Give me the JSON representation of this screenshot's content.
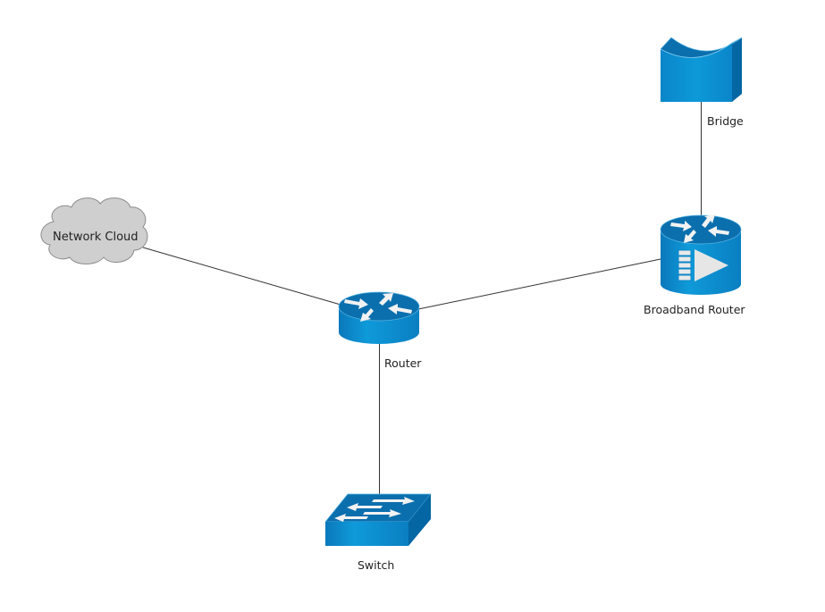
{
  "diagram": {
    "type": "network-topology",
    "colors": {
      "device_blue": "#0a8ed0",
      "device_top": "#0b6fae",
      "device_dark": "#0566a4",
      "cloud_fill": "#cfcfcf",
      "cloud_stroke": "#8c8c8c",
      "edge": "#333333",
      "arrow": "#f2f2f2"
    },
    "nodes": [
      {
        "id": "bridge",
        "kind": "bridge",
        "label": "Bridge"
      },
      {
        "id": "broadband-router",
        "kind": "broadband-router",
        "label": "Broadband Router"
      },
      {
        "id": "router",
        "kind": "router",
        "label": "Router"
      },
      {
        "id": "network-cloud",
        "kind": "cloud",
        "label": "Network Cloud"
      },
      {
        "id": "switch",
        "kind": "switch",
        "label": "Switch"
      }
    ],
    "edges": [
      {
        "from": "network-cloud",
        "to": "router"
      },
      {
        "from": "router",
        "to": "broadband-router"
      },
      {
        "from": "bridge",
        "to": "broadband-router"
      },
      {
        "from": "router",
        "to": "switch"
      }
    ]
  }
}
